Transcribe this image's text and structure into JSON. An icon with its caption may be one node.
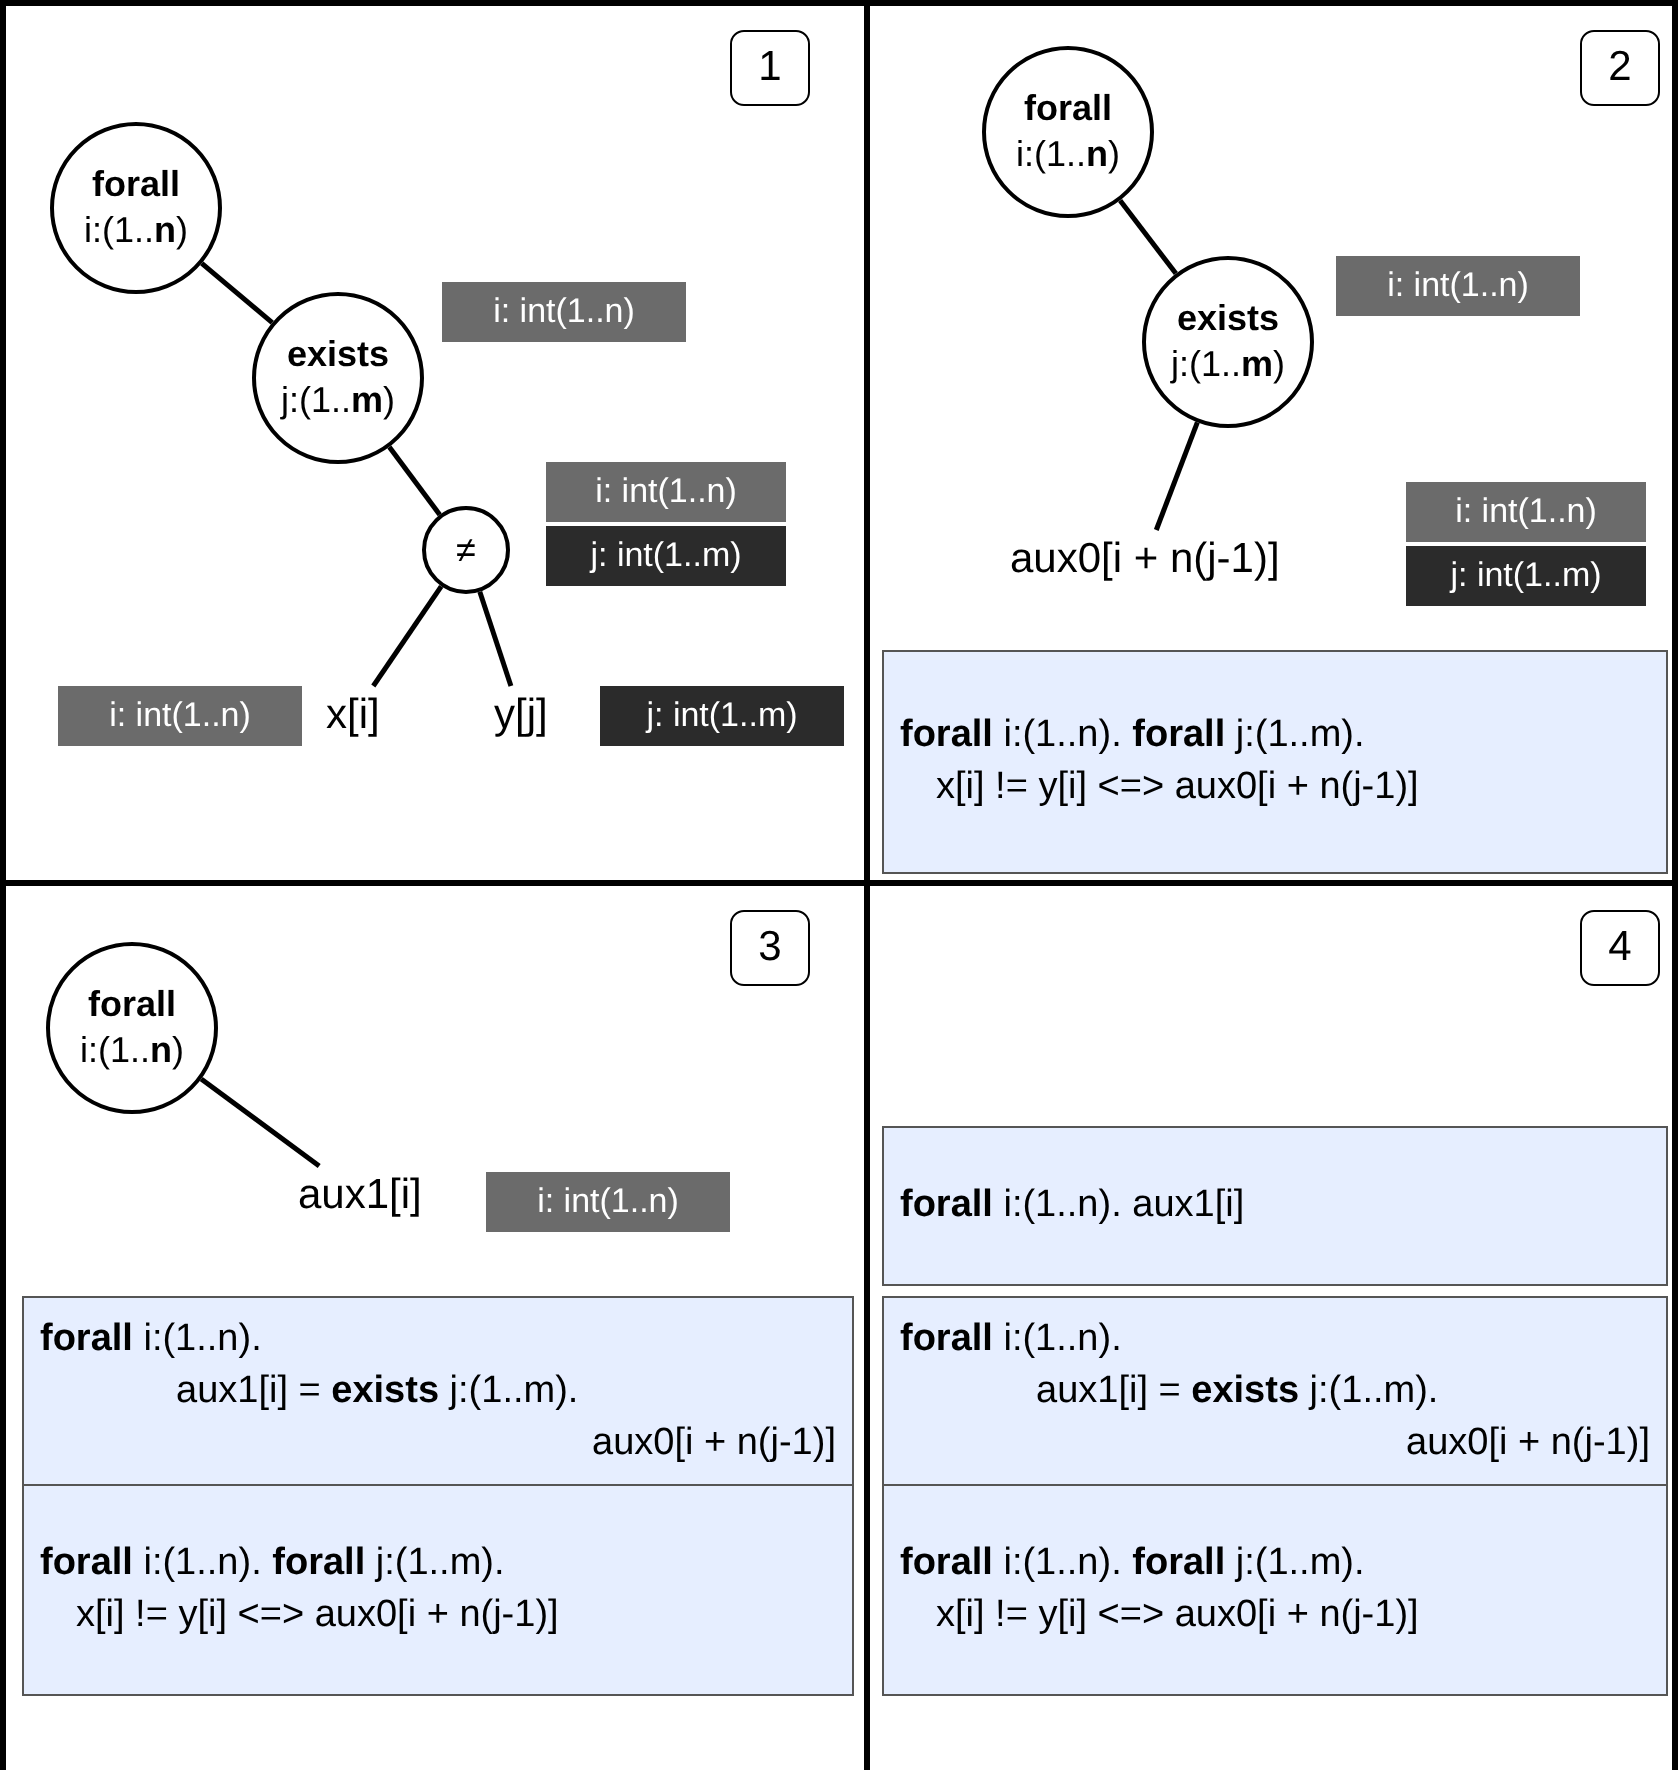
{
  "diagram": {
    "nodes": [
      {
        "text": [],
        "shape": "box"
      },
      {
        "text": [
          "1"
        ],
        "in": 0
      },
      {
        "text": [
          "forall",
          "i:(1..**n**)"
        ],
        "in": 0
      },
      {
        "text": [
          "exists",
          "j:(1..**m**)"
        ],
        "in": 0
      },
      {
        "text": [
          "≠"
        ],
        "in": 0
      },
      {
        "text": [
          "x[i]"
        ],
        "in": 0
      },
      {
        "text": [
          "y[j]"
        ],
        "in": 0
      },
      {
        "text": [
          "i: int(1..n)"
        ],
        "in": 0
      },
      {
        "text": [
          "i: int(1..n)"
        ],
        "in": 0
      },
      {
        "text": [
          "j: int(1..m)"
        ],
        "in": 0
      },
      {
        "text": [
          "i: int(1..n)"
        ],
        "in": 0
      },
      {
        "text": [
          "j: int(1..m)"
        ],
        "in": 0
      },
      {
        "text": [],
        "shape": "box"
      },
      {
        "text": [
          "2"
        ],
        "in": 12
      },
      {
        "text": [
          "forall",
          "i:(1..**n**)"
        ],
        "in": 12
      },
      {
        "text": [
          "exists",
          "j:(1..**m**)"
        ],
        "in": 12
      },
      {
        "text": [
          "aux0[i + n(j-1)]"
        ],
        "in": 12
      },
      {
        "text": [
          "i: int(1..n)"
        ],
        "in": 12
      },
      {
        "text": [
          "i: int(1..n)"
        ],
        "in": 12
      },
      {
        "text": [
          "j: int(1..m)"
        ],
        "in": 12
      },
      {
        "text": [
          "**forall** i:(1..n). **forall** j:(1..m).",
          "x[i] != y[i] <=> aux0[i + n(j-1)]"
        ],
        "in": 12
      },
      {
        "text": [],
        "shape": "box"
      },
      {
        "text": [
          "3"
        ],
        "in": 21
      },
      {
        "text": [
          "forall",
          "i:(1..**n**)"
        ],
        "in": 21
      },
      {
        "text": [
          "aux1[i]"
        ],
        "in": 21
      },
      {
        "text": [
          "i: int(1..n)"
        ],
        "in": 21
      },
      {
        "text": [
          "**forall** i:(1..n).",
          "aux1[i] = **exists** j:(1..m).",
          "aux0[i + n(j-1)]"
        ],
        "in": 21
      },
      {
        "text": [
          "**forall** i:(1..n). **forall** j:(1..m).",
          "x[i] != y[i] <=> aux0[i + n(j-1)]"
        ],
        "in": 21
      },
      {
        "text": [],
        "shape": "box"
      },
      {
        "text": [
          "4"
        ],
        "in": 28
      },
      {
        "text": [
          "**forall** i:(1..n). aux1[i]"
        ],
        "in": 28
      },
      {
        "text": [
          "**forall** i:(1..n).",
          "aux1[i] = **exists** j:(1..m).",
          "aux0[i + n(j-1)]"
        ],
        "in": 28
      },
      {
        "text": [
          "**forall** i:(1..n). **forall** j:(1..m).",
          "x[i] != y[i] <=> aux0[i + n(j-1)]"
        ],
        "in": 28
      }
    ],
    "edges": [
      {
        "from": 2,
        "to": 3,
        "arrow": "none"
      },
      {
        "from": 3,
        "to": 4,
        "arrow": "none"
      },
      {
        "from": 4,
        "to": 5,
        "arrow": "none"
      },
      {
        "from": 4,
        "to": 6,
        "arrow": "none"
      },
      {
        "from": 14,
        "to": 15,
        "arrow": "none"
      },
      {
        "from": 15,
        "to": 16,
        "arrow": "none"
      },
      {
        "from": 23,
        "to": 24,
        "arrow": "none"
      }
    ]
  }
}
